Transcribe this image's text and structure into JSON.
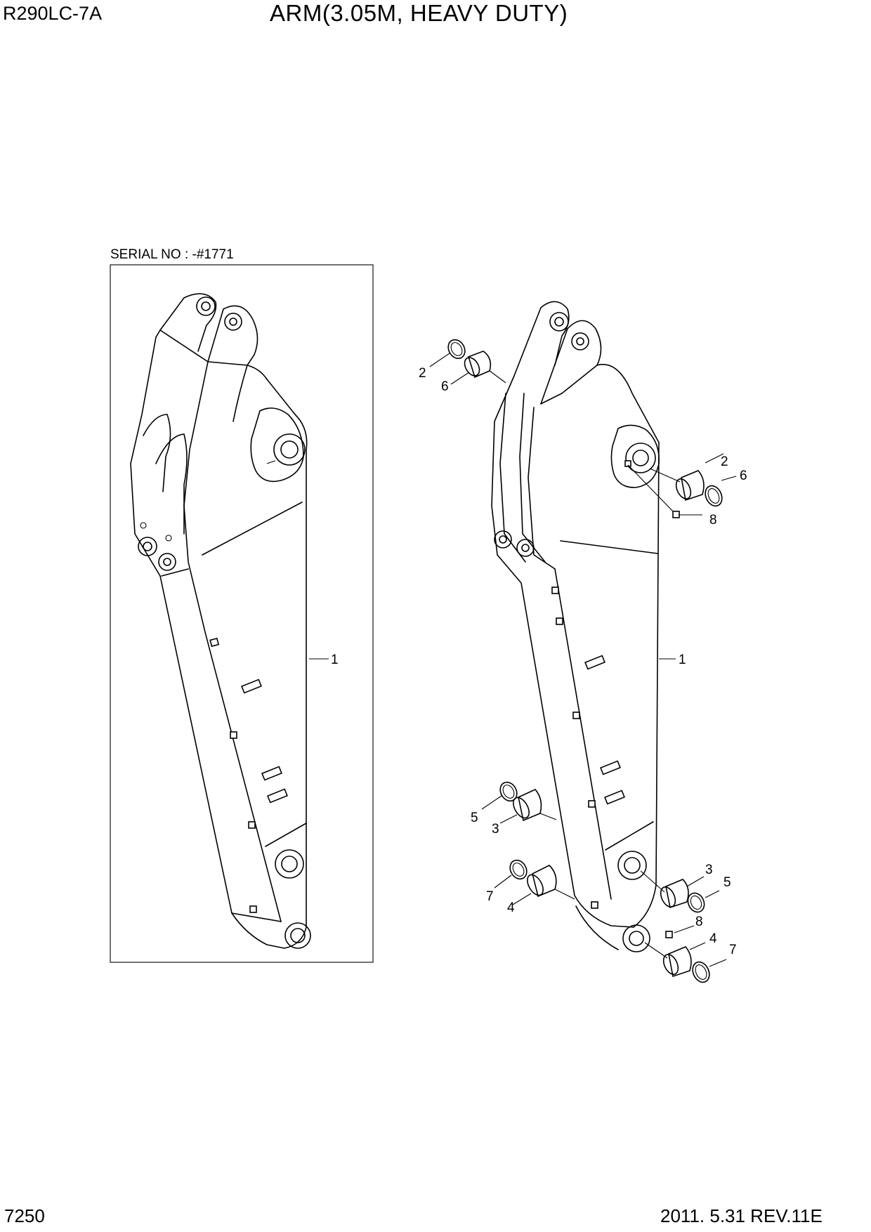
{
  "header": {
    "model": "R290LC-7A",
    "title": "ARM(3.05M, HEAVY DUTY)"
  },
  "left_view": {
    "serial_label": "SERIAL NO : -#1771",
    "callouts": [
      "1"
    ]
  },
  "right_view": {
    "callouts": [
      "2",
      "6",
      "2",
      "6",
      "8",
      "1",
      "5",
      "3",
      "3",
      "5",
      "7",
      "4",
      "8",
      "4",
      "7"
    ]
  },
  "footer": {
    "page_number": "7250",
    "revision": "2011. 5.31  REV.11E"
  }
}
